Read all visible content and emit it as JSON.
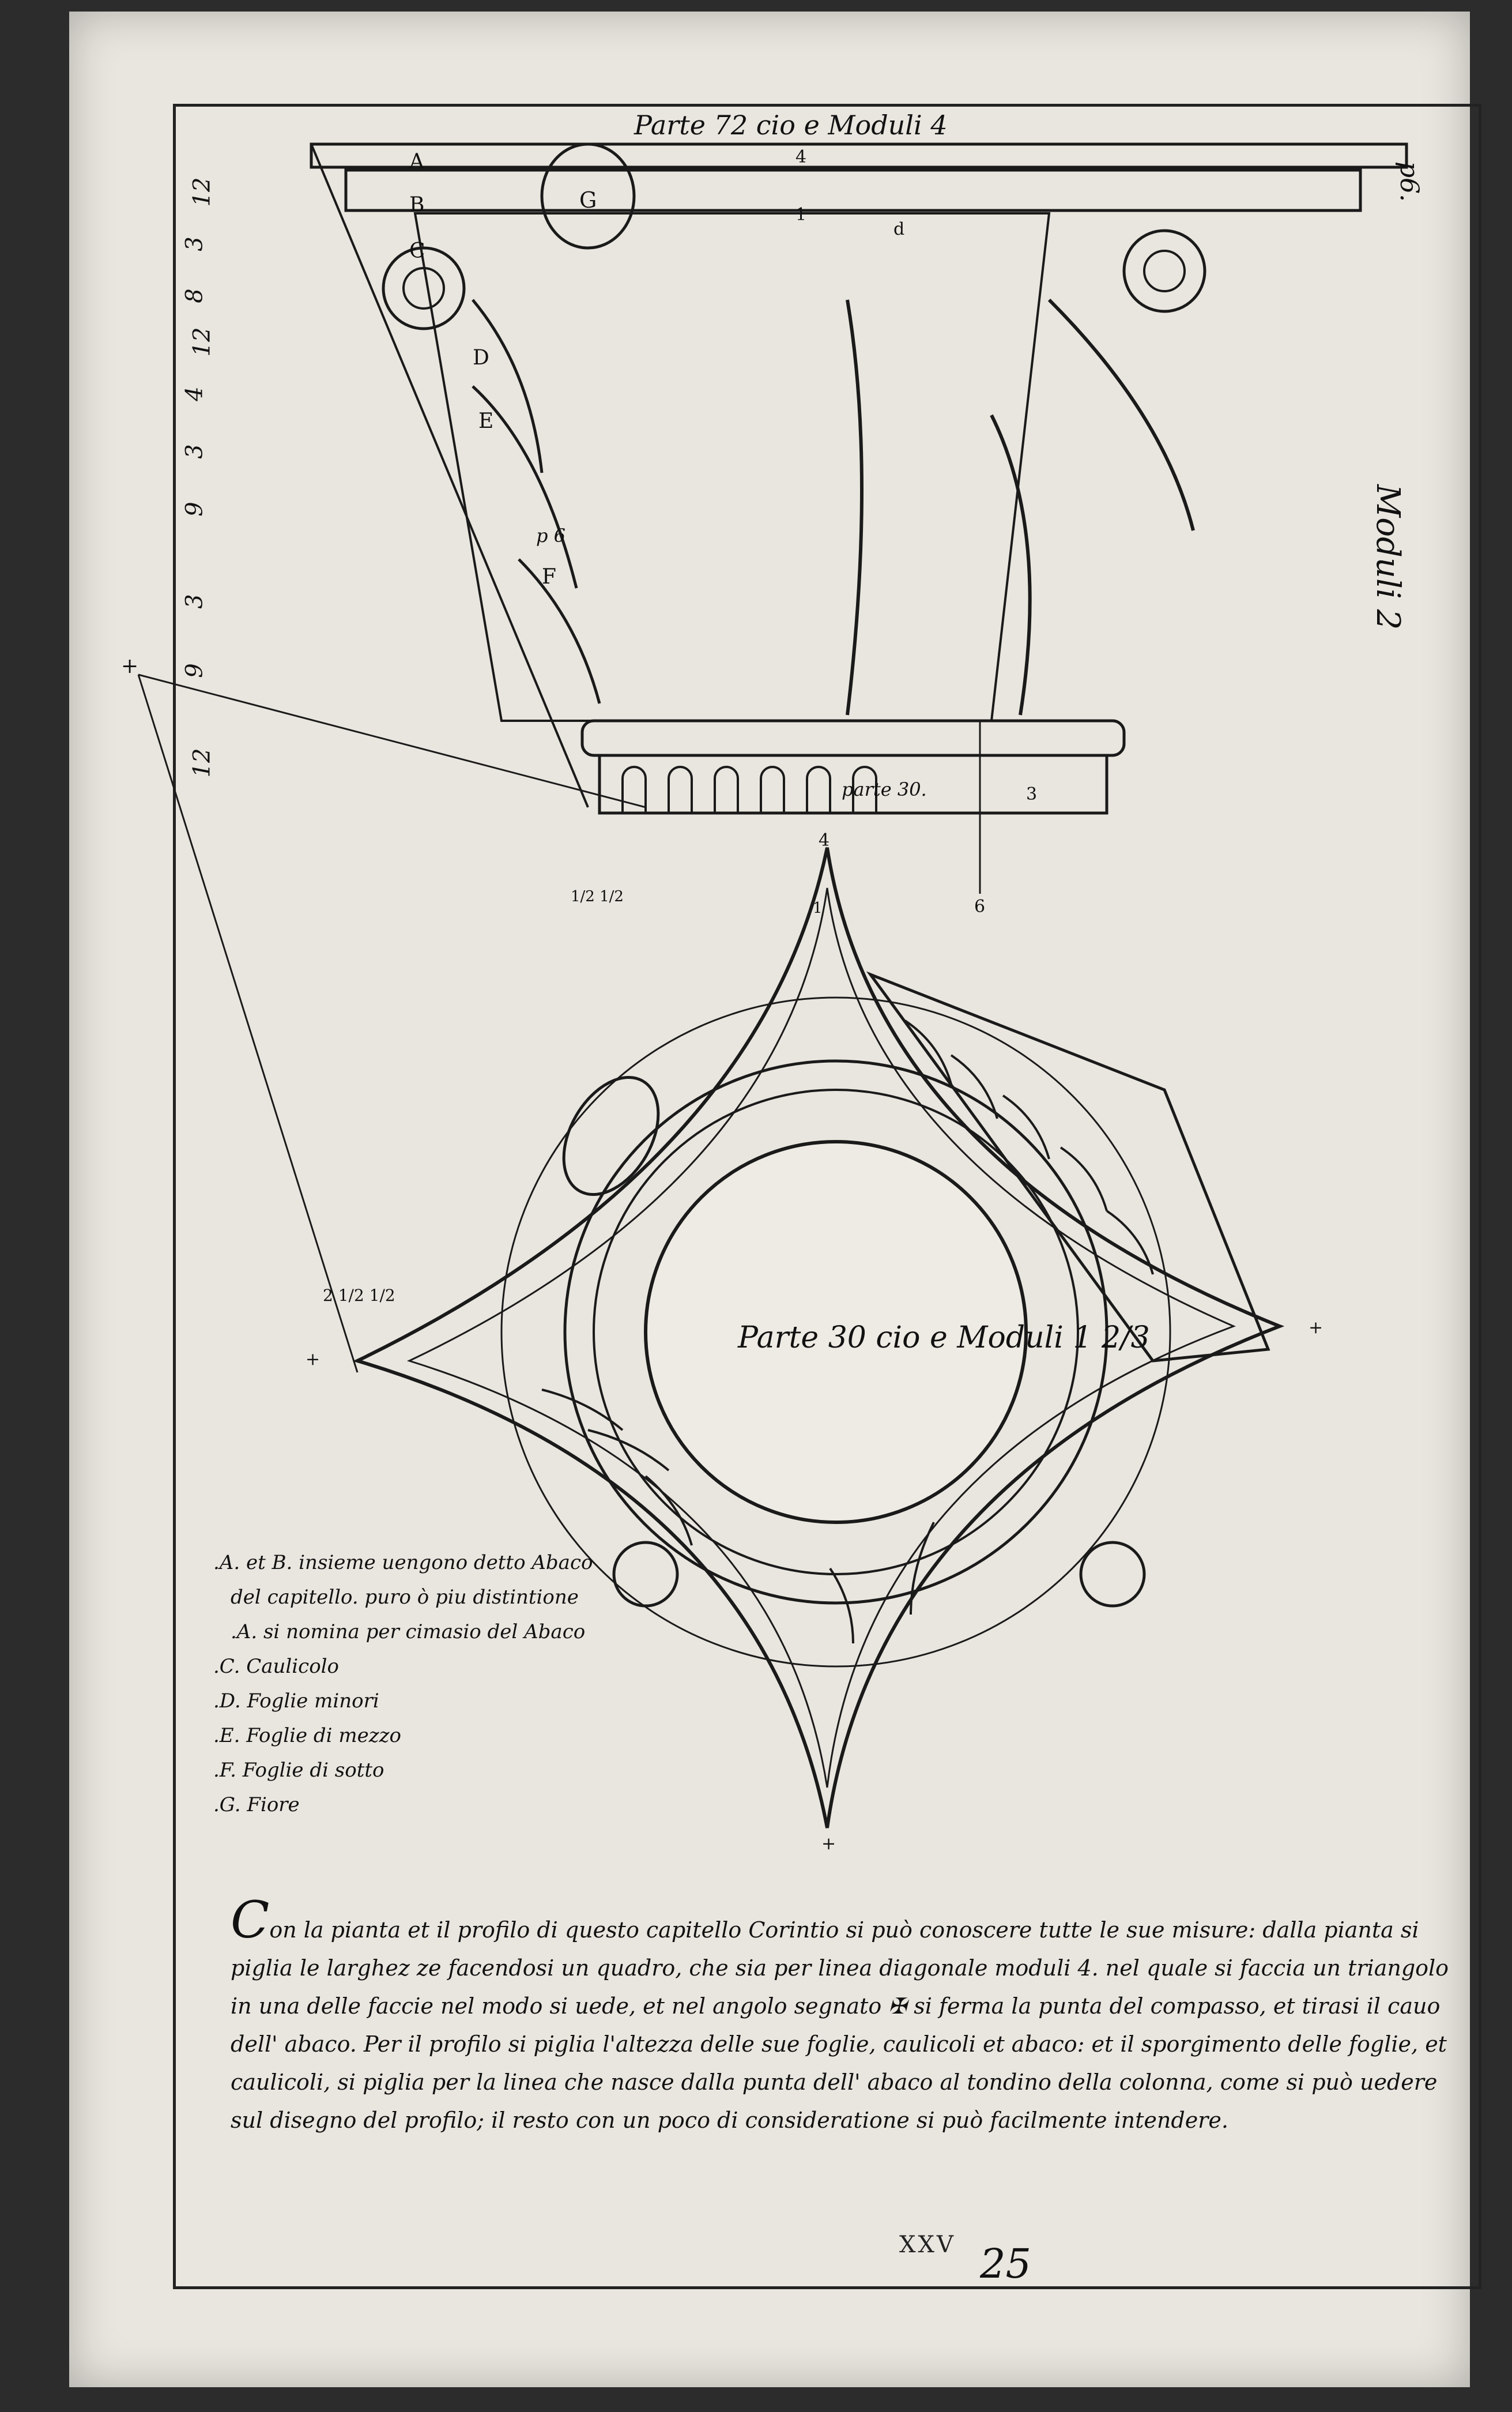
{
  "title": "Parte 72 cio e Moduli 4",
  "profile": {
    "right_label": "Moduli 2",
    "right_top": "p6.",
    "letters": [
      "A",
      "B",
      "C",
      "D",
      "E",
      "F",
      "G"
    ],
    "small_marks": [
      "4",
      "1",
      "d",
      "p 6",
      "3",
      "6"
    ],
    "base_label": "parte 30.",
    "scale_numbers": [
      "12",
      "3",
      "8",
      "12",
      "4",
      "3",
      "9",
      "3",
      "9",
      "12"
    ]
  },
  "plan": {
    "label": "Parte 30 cio e Moduli 1 2/3",
    "marks": [
      "4",
      "1",
      "1/2 1/2",
      "2 1/2 1/2",
      "+",
      "+",
      "+",
      "+"
    ]
  },
  "legend": [
    ".A. et B. insieme uengono detto Abaco",
    "del capitello. puro ò piu distintione",
    ".A. si nomina per cimasio del Abaco",
    ".C. Caulicolo",
    ".D. Foglie minori",
    ".E. Foglie di mezzo",
    ".F. Foglie di sotto",
    ".G. Fiore"
  ],
  "caption": {
    "initial": "C",
    "text": "on la pianta et il profilo di questo capitello Corintio si può conoscere tutte le sue misure: dalla pianta si piglia le larghez ze facendosi un quadro, che sia per linea diagonale moduli 4. nel quale si faccia un triangolo in una delle faccie nel modo si uede, et nel angolo segnato ✠ si ferma la punta del compasso, et tirasi il cauo dell' abaco. Per il profilo si piglia l'altezza delle sue foglie, caulicoli et abaco: et il sporgimento delle foglie, et caulicoli, si piglia per la linea che nasce dalla punta dell' abaco al tondino della colonna, come si può uedere sul disegno del profilo; il resto con un poco di consideratione si può facilmente intendere."
  },
  "plate_number_roman": "XXV",
  "page_number": "25"
}
